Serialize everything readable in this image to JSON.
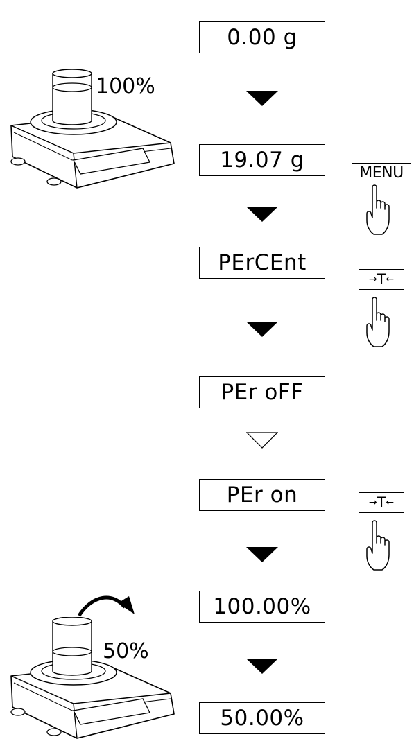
{
  "displays": [
    {
      "text": "0.00 g"
    },
    {
      "text": "19.07 g"
    },
    {
      "text": "PErCEnt"
    },
    {
      "text": "PEr oFF"
    },
    {
      "text": "PEr on"
    },
    {
      "text": "100.00%"
    },
    {
      "text": "50.00%"
    }
  ],
  "keys": {
    "menu": "MENU",
    "tare_left": "→",
    "tare_t": "T",
    "tare_right": "←"
  },
  "labels": {
    "full_load": "100%",
    "half_load": "50%"
  },
  "icons": {
    "arrow": "down-triangle-icon",
    "arrow_open": "down-triangle-outline-icon",
    "hand": "pointing-hand-icon",
    "scale": "balance-scale-icon",
    "curved_arrow": "curved-arrow-icon"
  }
}
